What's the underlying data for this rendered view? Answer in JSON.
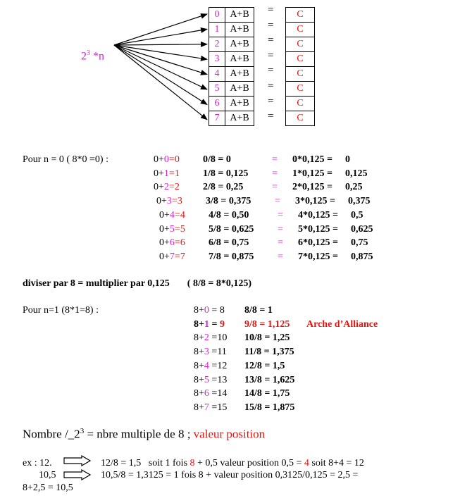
{
  "diagram": {
    "power_base": "2",
    "power_exp": "3",
    "power_suffix": " *n",
    "rows": [
      {
        "index": "0",
        "label": "A+B",
        "eq": "=",
        "result": "C"
      },
      {
        "index": "1",
        "label": "A+B",
        "eq": "=",
        "result": "C"
      },
      {
        "index": "2",
        "label": "A+B",
        "eq": "=",
        "result": "C"
      },
      {
        "index": "3",
        "label": "A+B",
        "eq": "=",
        "result": "C"
      },
      {
        "index": "4",
        "label": "A+B",
        "eq": "=",
        "result": "C"
      },
      {
        "index": "5",
        "label": "A+B",
        "eq": "=",
        "result": "C"
      },
      {
        "index": "6",
        "label": "A+B",
        "eq": "=",
        "result": "C"
      },
      {
        "index": "7",
        "label": "A+B",
        "eq": "=",
        "result": "C"
      }
    ]
  },
  "section1": {
    "heading": "Pour n = 0 ( 8*0 =0) :",
    "rows": [
      {
        "base": "0+",
        "idx": "0",
        "eqs": "=",
        "sum": "0",
        "frac": "0/8 = 0",
        "sep": "=",
        "mult": "0*0,125 =",
        "res": "0"
      },
      {
        "base": "0+",
        "idx": "1",
        "eqs": "=",
        "sum": "1",
        "frac": "1/8 = 0,125",
        "sep": "=",
        "mult": "1*0,125 =",
        "res": "0,125"
      },
      {
        "base": "0+",
        "idx": "2",
        "eqs": "=",
        "sum": "2",
        "frac": "2/8 = 0,25",
        "sep": "=",
        "mult": "2*0,125 =",
        "res": "0,25"
      },
      {
        "base": "0+",
        "idx": "3",
        "eqs": "=",
        "sum": "3",
        "frac": "3/8 = 0,375",
        "sep": "=",
        "mult": "3*0,125 =",
        "res": "0,375"
      },
      {
        "base": "0+",
        "idx": "4",
        "eqs": "=",
        "sum": "4",
        "frac": "4/8 = 0,50",
        "sep": "=",
        "mult": "4*0,125 =",
        "res": "0,5"
      },
      {
        "base": "0+",
        "idx": "5",
        "eqs": "=",
        "sum": "5",
        "frac": "5/8 = 0,625",
        "sep": "=",
        "mult": "5*0,125 =",
        "res": "0,625"
      },
      {
        "base": "0+",
        "idx": "6",
        "eqs": "=",
        "sum": "6",
        "frac": "6/8 = 0,75",
        "sep": "=",
        "mult": "6*0,125 =",
        "res": "0,75"
      },
      {
        "base": "0+",
        "idx": "7",
        "eqs": "=",
        "sum": "7",
        "frac": "7/8 = 0,875",
        "sep": "=",
        "mult": "7*0,125 =",
        "res": "0,875"
      }
    ]
  },
  "rule": {
    "text": "diviser par 8 = multiplier par 0,125",
    "paren": "( 8/8 = 8*0,125)"
  },
  "section2": {
    "heading": "Pour n=1 (8*1=8) :",
    "rows": [
      {
        "base": "8+",
        "idx": "0",
        "eq": " = ",
        "sum": "8",
        "frac": "8/8 = 1",
        "note": ""
      },
      {
        "base": "8+",
        "idx": "1",
        "eq": " = ",
        "sum": "9",
        "frac": "9/8 = 1,125",
        "note": "Arche d’Alliance"
      },
      {
        "base": "8+",
        "idx": "2",
        "eq": " =",
        "sum": "10",
        "frac": "10/8 = 1,25",
        "note": ""
      },
      {
        "base": "8+",
        "idx": "3",
        "eq": " =",
        "sum": "11",
        "frac": "11/8 = 1,375",
        "note": ""
      },
      {
        "base": "8+",
        "idx": "4",
        "eq": " =",
        "sum": "12",
        "frac": "12/8 = 1,5",
        "note": ""
      },
      {
        "base": "8+",
        "idx": "5",
        "eq": " =",
        "sum": "13",
        "frac": "13/8 = 1,625",
        "note": ""
      },
      {
        "base": "8+",
        "idx": "6",
        "eq": " =",
        "sum": "14",
        "frac": "14/8 = 1,75",
        "note": ""
      },
      {
        "base": "8+",
        "idx": "7",
        "eq": " =",
        "sum": "15",
        "frac": "15/8 = 1,875",
        "note": ""
      }
    ]
  },
  "summary": {
    "prefix": "Nombre /_2",
    "exp": "3",
    "middle": " = nbre multiple de 8 ; ",
    "highlight": "valeur position"
  },
  "example": {
    "label": "ex : 12.",
    "line1_a": "12/8 = 1,5   soit 1 fois ",
    "line1_b": "8",
    "line1_c": " + 0,5 valeur position 0,5 = ",
    "line1_d": "4",
    "line1_e": " soit 8+4 = 12",
    "label2": "10,5",
    "line2": "10,5/8 = 1,3125 = 1 fois 8 + valeur position 0,3125/0,125 = 2,5 =",
    "line3": "8+2,5 = 10,5"
  }
}
